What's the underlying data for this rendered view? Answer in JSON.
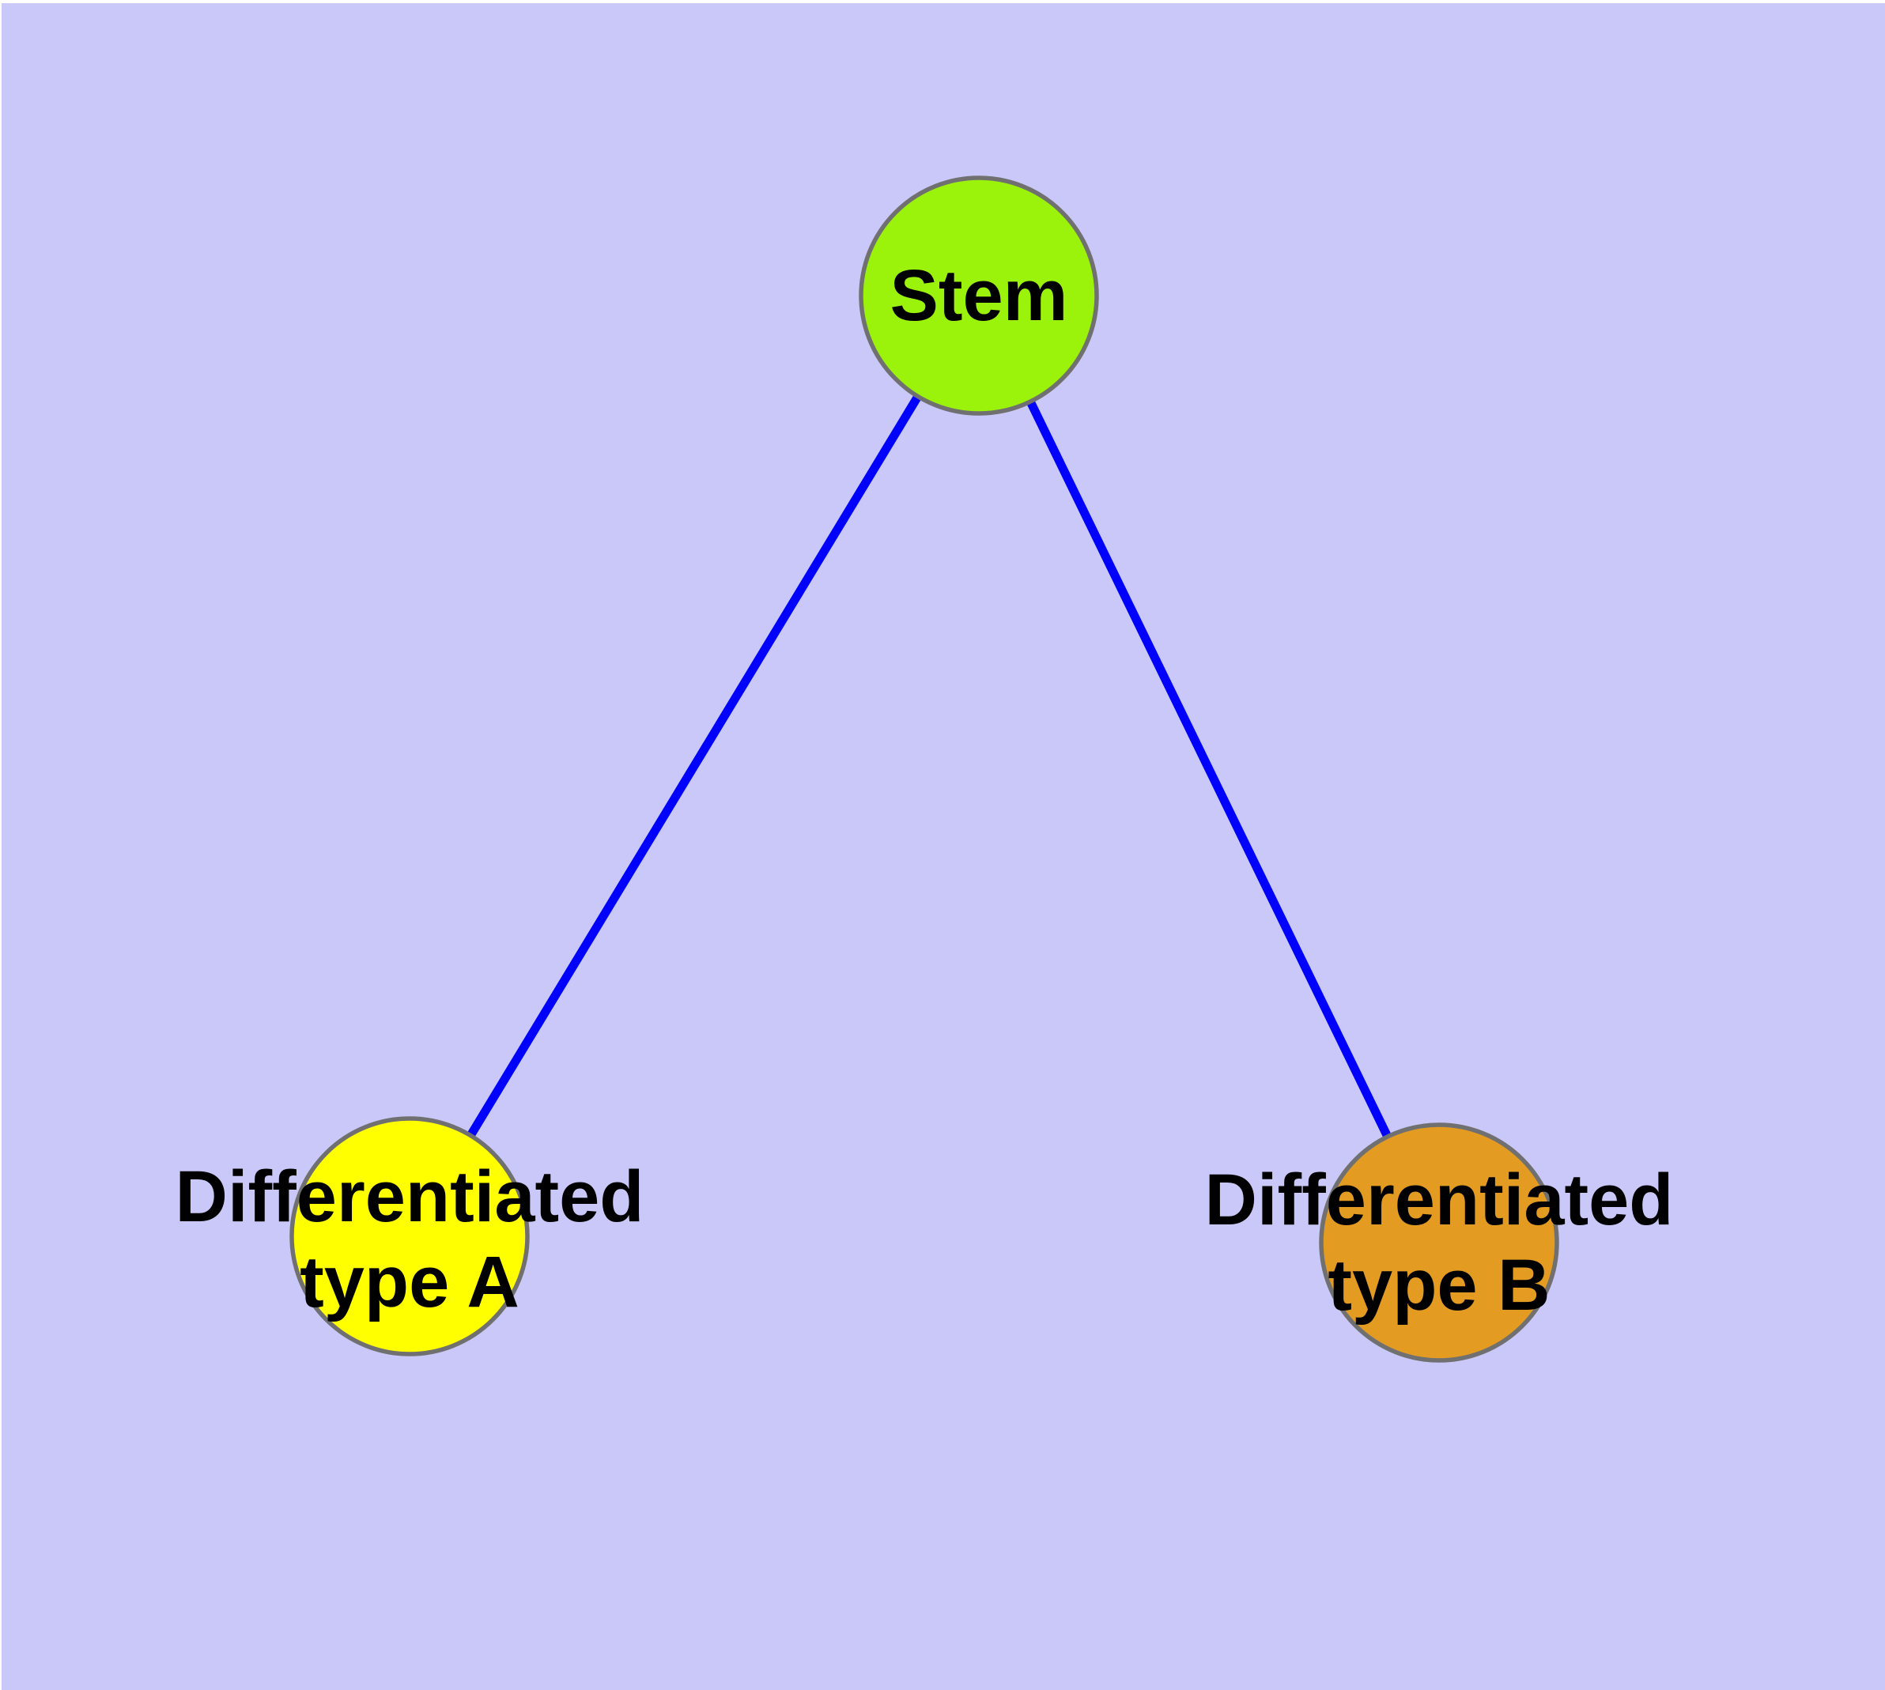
{
  "style": {
    "background_color": "#C9C8F8",
    "edge_color": "#0000FF",
    "node_border_color": "#707070",
    "label_color": "#000000"
  },
  "graph": {
    "nodes": [
      {
        "id": "stem",
        "label_line1": "Stem",
        "label_line2": "",
        "color": "#9BF20A"
      },
      {
        "id": "diff-a",
        "label_line1": "Differentiated",
        "label_line2": "type A",
        "color": "#FFFF00"
      },
      {
        "id": "diff-b",
        "label_line1": "Differentiated",
        "label_line2": "type B",
        "color": "#E49B22"
      }
    ],
    "edges": [
      {
        "from": "stem",
        "to": "diff-a"
      },
      {
        "from": "stem",
        "to": "diff-b"
      }
    ]
  }
}
